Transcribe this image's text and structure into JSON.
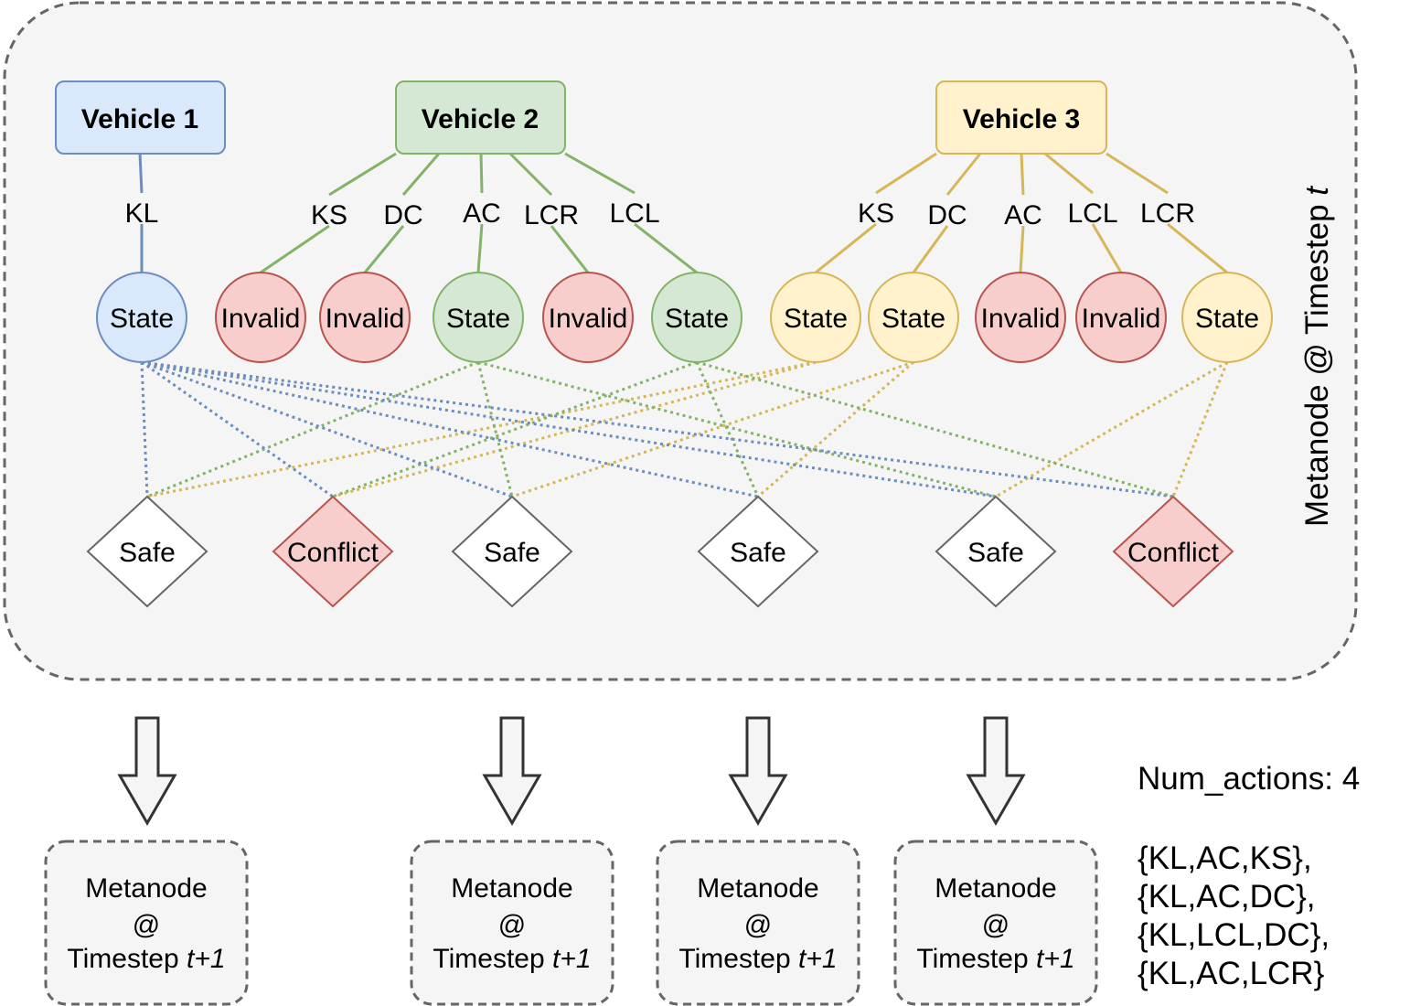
{
  "meta_label": {
    "prefix": "Metanode @ Timestep ",
    "var": "t"
  },
  "vehicles": [
    {
      "id": "v1",
      "title": "Vehicle 1",
      "fill": "#dae8fc",
      "stroke": "#6c8ebf"
    },
    {
      "id": "v2",
      "title": "Vehicle 2",
      "fill": "#d5e8d4",
      "stroke": "#82b366"
    },
    {
      "id": "v3",
      "title": "Vehicle 3",
      "fill": "#fff2cc",
      "stroke": "#d6b656"
    }
  ],
  "actions": [
    {
      "vehicle": "v1",
      "label": "KL",
      "result": "State"
    },
    {
      "vehicle": "v2",
      "label": "KS",
      "result": "Invalid"
    },
    {
      "vehicle": "v2",
      "label": "DC",
      "result": "Invalid"
    },
    {
      "vehicle": "v2",
      "label": "AC",
      "result": "State"
    },
    {
      "vehicle": "v2",
      "label": "LCR",
      "result": "Invalid"
    },
    {
      "vehicle": "v2",
      "label": "LCL",
      "result": "State"
    },
    {
      "vehicle": "v3",
      "label": "KS",
      "result": "State"
    },
    {
      "vehicle": "v3",
      "label": "DC",
      "result": "State"
    },
    {
      "vehicle": "v3",
      "label": "AC",
      "result": "Invalid"
    },
    {
      "vehicle": "v3",
      "label": "LCL",
      "result": "Invalid"
    },
    {
      "vehicle": "v3",
      "label": "LCR",
      "result": "State"
    }
  ],
  "outcomes": [
    {
      "label": "Safe",
      "kind": "safe",
      "sources": [
        0,
        3,
        6
      ]
    },
    {
      "label": "Conflict",
      "kind": "conflict",
      "sources": [
        0,
        5,
        6
      ]
    },
    {
      "label": "Safe",
      "kind": "safe",
      "sources": [
        0,
        3,
        7
      ]
    },
    {
      "label": "Safe",
      "kind": "safe",
      "sources": [
        0,
        5,
        7
      ]
    },
    {
      "label": "Safe",
      "kind": "safe",
      "sources": [
        0,
        3,
        10
      ]
    },
    {
      "label": "Conflict",
      "kind": "conflict",
      "sources": [
        0,
        5,
        10
      ]
    }
  ],
  "next_nodes": {
    "line1": "Metanode",
    "line2": "@",
    "line3_prefix": "Timestep ",
    "line3_var": "t+1",
    "count": 4
  },
  "summary": {
    "num_actions": "Num_actions: 4",
    "combos": [
      "{KL,AC,KS},",
      "{KL,AC,DC},",
      "{KL,LCL,DC},",
      "{KL,AC,LCR}"
    ]
  },
  "colors": {
    "state_invalid_fill": "#f8cecc",
    "state_invalid_stroke": "#b85450",
    "safe_stroke": "#666666",
    "metanode_fill": "#f5f5f5",
    "metanode_stroke": "#666666"
  }
}
